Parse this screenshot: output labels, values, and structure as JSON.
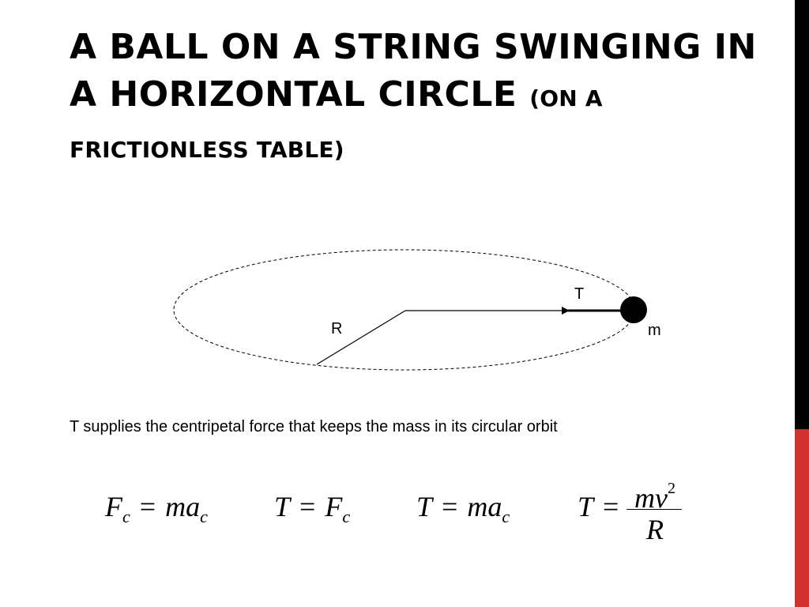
{
  "title": {
    "main": "A BALL ON A STRING SWINGING IN A HORIZONTAL CIRCLE ",
    "sub": "(ON A FRICTIONLESS TABLE)"
  },
  "diagram": {
    "tension_label": "T",
    "radius_label": "R",
    "mass_label": "m"
  },
  "caption": "T supplies the centripetal force that keeps the mass in its circular orbit",
  "equations": {
    "eq1": {
      "lhs": "F",
      "lhs_sub": "c",
      "op": "=",
      "rhs": "ma",
      "rhs_sub": "c"
    },
    "eq2": {
      "lhs": "T",
      "op": "=",
      "rhs": "F",
      "rhs_sub": "c"
    },
    "eq3": {
      "lhs": "T",
      "op": "=",
      "rhs": "ma",
      "rhs_sub": "c"
    },
    "eq4": {
      "lhs": "T",
      "op": "=",
      "numerator": "mv",
      "numerator_exp": "2",
      "denominator": "R"
    }
  },
  "colors": {
    "accent": "#d32f2f",
    "bar": "#000000"
  }
}
